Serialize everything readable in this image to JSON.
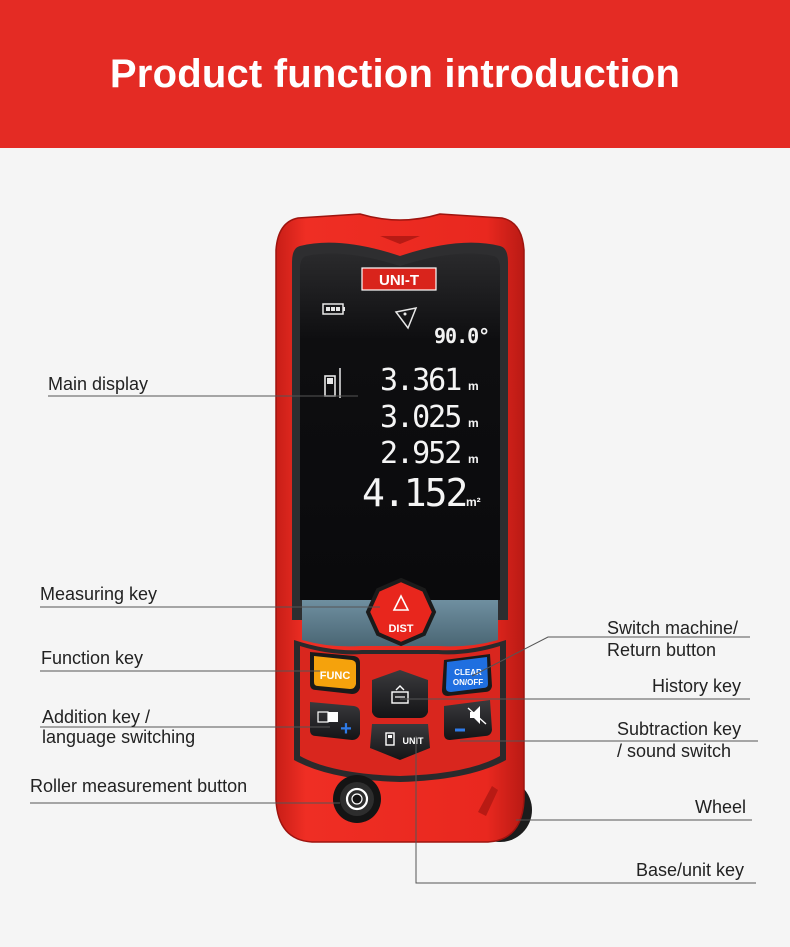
{
  "header": {
    "title": "Product function introduction"
  },
  "device": {
    "brand": "UNI-T",
    "angle": "90.0°",
    "readings": [
      {
        "value": "3.361",
        "unit": "m"
      },
      {
        "value": "3.025",
        "unit": "m"
      },
      {
        "value": "2.952",
        "unit": "m"
      },
      {
        "value": "4.152",
        "unit": "m²"
      }
    ],
    "buttons": {
      "dist": "DIST",
      "func": "FUNC",
      "clear_line1": "CLEAR",
      "clear_line2": "ON/OFF",
      "unit": "UNIT"
    }
  },
  "labels": {
    "main_display": "Main display",
    "measuring_key": "Measuring key",
    "function_key": "Function key",
    "addition_key_1": "Addition key /",
    "addition_key_2": "language switching",
    "roller_button": "Roller measurement button",
    "switch_machine_1": "Switch machine/",
    "switch_machine_2": "Return button",
    "history_key": "History key",
    "subtraction_key_1": "Subtraction key",
    "subtraction_key_2": "/ sound switch",
    "wheel": "Wheel",
    "base_unit_key": "Base/unit key"
  },
  "colors": {
    "banner": "#e42b24",
    "body_red": "#e8271f",
    "func_key": "#f5a20c",
    "clear_key": "#1f6fe0",
    "plus_sign": "#2f7be8"
  }
}
